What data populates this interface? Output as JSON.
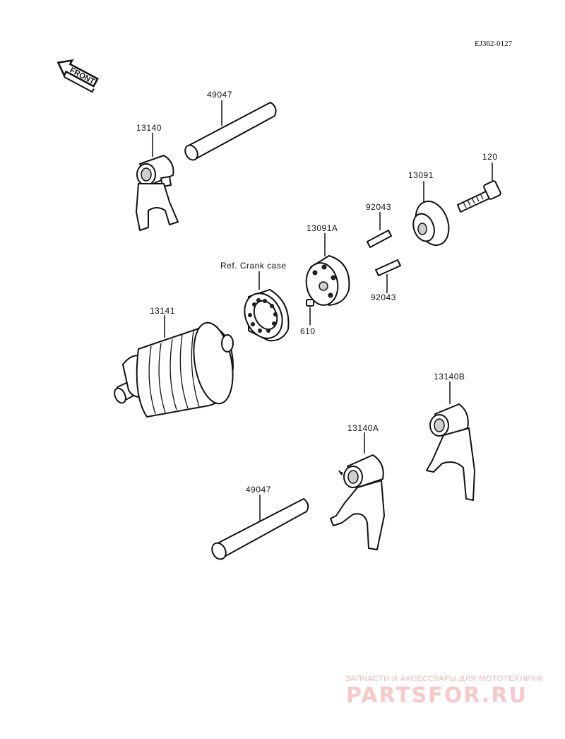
{
  "diagram_code": "EJ362-0127",
  "front_label": "FRONT",
  "parts": {
    "shaft_top": "49047",
    "fork_top": "13140",
    "bolt": "120",
    "cam_plate": "13091",
    "pin_top": "92043",
    "holder": "13091A",
    "ref_label": "Ref. Crank case",
    "pin_bottom": "92043",
    "dowel": "610",
    "drum": "13141",
    "fork_b": "13140B",
    "fork_a": "13140A",
    "shaft_bottom": "49047"
  },
  "watermark": {
    "top": "ЗАПЧАСТИ И АКСЕССУАРЫ ДЛЯ МОТОТЕХНИКИ",
    "logo": "PARTSFOR.RU"
  },
  "colors": {
    "line": "#111111",
    "watermark": "#f2b4b4"
  }
}
